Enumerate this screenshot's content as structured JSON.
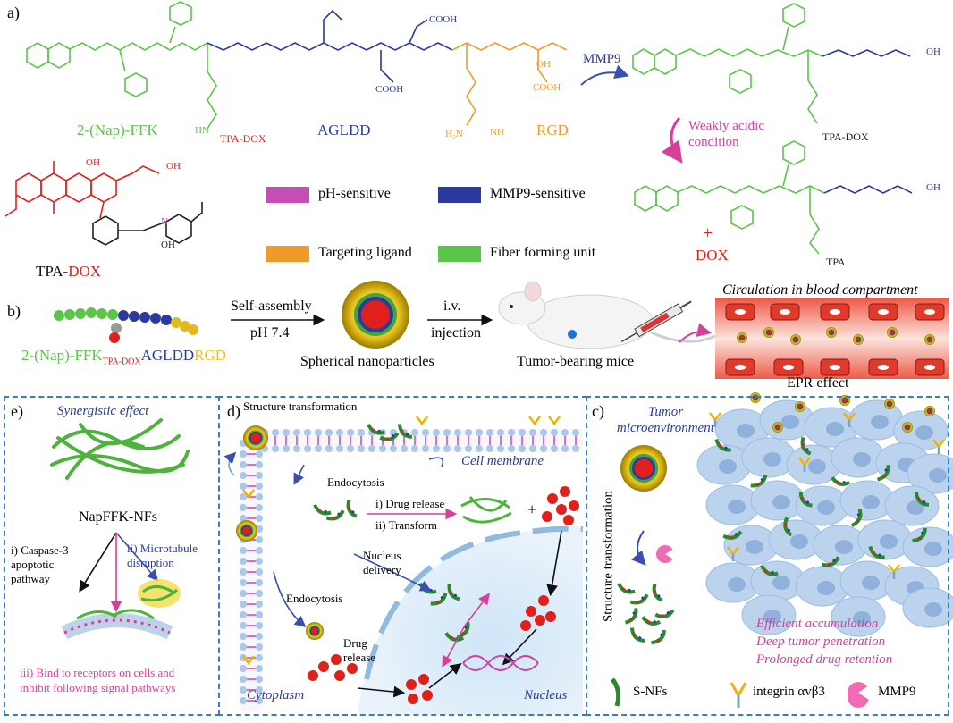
{
  "colors": {
    "fiber_green": "#5cc44a",
    "enzyme_blue": "#2b3a9c",
    "ligand_orange": "#f09a2a",
    "ph_magenta": "#c44fb4",
    "dox_red": "#e0201b",
    "panel_border": "#3b7cc4",
    "pink_text": "#d6409a"
  },
  "panel_a": {
    "letter": "a)",
    "nap_ffk": "2-(Nap)-FFK",
    "agldd": "AGLDD",
    "rgd": "RGD",
    "tpa_dox_link": "TPA-DOX",
    "mmp9_arrow": "MMP9",
    "weakly_acidic": "Weakly acidic\ncondition",
    "product_tpa_dox": "TPA-DOX",
    "product_tpa": "TPA",
    "plus": "+",
    "dox": "DOX",
    "tpa_dox_label_prefix": "TPA-",
    "tpa_dox_label_suffix": "DOX",
    "chem_labels": {
      "o": "O",
      "oh": "OH",
      "h": "H",
      "n": "N",
      "hn": "HN",
      "nh": "NH",
      "h2n": "H₂N",
      "cooh": "COOH"
    },
    "legend": [
      {
        "label": "pH-sensitive",
        "color": "#c44fb4"
      },
      {
        "label": "MMP9-sensitive",
        "color": "#2b3a9c"
      },
      {
        "label": "Targeting ligand",
        "color": "#f09a2a"
      },
      {
        "label": "Fiber forming unit",
        "color": "#5cc44a"
      }
    ]
  },
  "panel_b": {
    "letter": "b)",
    "seq_1": "2-(Nap)-FFK",
    "seq_sub": "TPA-DOX",
    "seq_2": "AGLDD",
    "seq_3": "RGD",
    "self_assembly": "Self-assembly",
    "ph": "pH 7.4",
    "iv": "i.v.",
    "injection": "injection",
    "spherical": "Spherical nanoparticles",
    "mice": "Tumor-bearing mice",
    "circulation": "Circulation in blood compartment",
    "epr": "EPR effect"
  },
  "panel_c": {
    "letter": "c)",
    "tumor_micro": "Tumor\nmicroenvironment",
    "structure_transformation": "Structure transformation",
    "benefit_1": "Efficient accumulation",
    "benefit_2": "Deep tumor penetration",
    "benefit_3": "Prolonged drug retention",
    "legend_snfs": "S-NFs",
    "legend_integrin": "integrin αvβ3",
    "legend_mmp9": "MMP9"
  },
  "panel_d": {
    "letter": "d)",
    "structure_transformation": "Structure transformation",
    "cell_membrane": "Cell membrane",
    "endocytosis_1": "Endocytosis",
    "drug_release_1": "i) Drug release",
    "transform": "ii) Transform",
    "plus": "+",
    "nucleus_delivery": "Nucleus\ndelivery",
    "endocytosis_2": "Endocytosis",
    "drug_release_2": "Drug\nrelease",
    "cytoplasm": "Cytoplasm",
    "nucleus": "Nucleus"
  },
  "panel_e": {
    "letter": "e)",
    "synergistic": "Synergistic effect",
    "napffk": "NapFFK-NFs",
    "caspase": "i) Caspase-3\napoptotic\npathway",
    "microtubule": "ii) Microtubule\ndisruption",
    "bind": "iii) Bind to receptors on cells and\ninhibit following signal pathways"
  }
}
